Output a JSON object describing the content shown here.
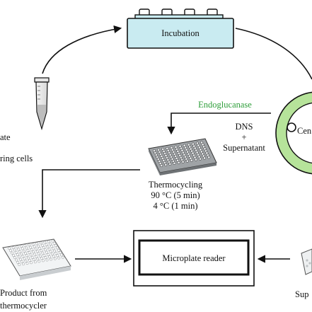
{
  "diagram": {
    "incubation_label": "Incubation",
    "left_label_line1": "ate",
    "left_label_line2": "ring cells",
    "enzyme_label": "Endoglucanase",
    "dns_label": "DNS",
    "plus_label": "+",
    "supernatant_label": "Supernatant",
    "centrifuge_label": "Cen",
    "thermo_title": "Thermocycling",
    "thermo_step1": "90 °C (5 min)",
    "thermo_step2": "4 °C (1 min)",
    "reader_label": "Microplate reader",
    "product_line1": "Product from",
    "product_line2": "thermocycler",
    "right_bottom_label": "Sup",
    "colors": {
      "incubator_fill": "#c9ebf1",
      "centrifuge_ring": "#b6e39a",
      "enzyme_text": "#2e9e3a"
    }
  }
}
